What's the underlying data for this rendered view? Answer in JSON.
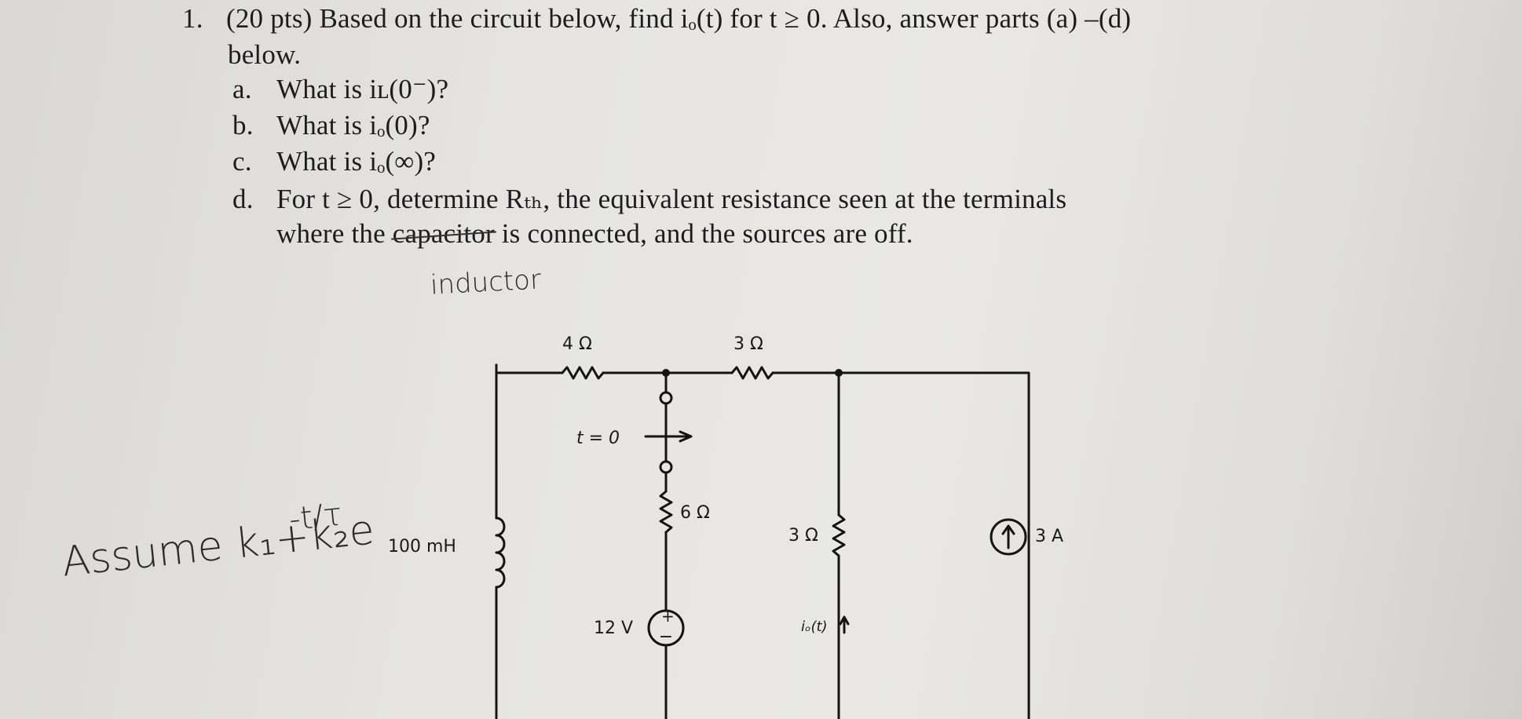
{
  "question": {
    "number": "1.",
    "line1": "(20 pts) Based on the circuit below, find iₒ(t) for t ≥ 0. Also, answer parts (a) –(d)",
    "line2": "below.",
    "parts": [
      {
        "label": "a.",
        "text": "What is iʟ(0⁻)?"
      },
      {
        "label": "b.",
        "text": "What is iₒ(0)?"
      },
      {
        "label": "c.",
        "text": "What is iₒ(∞)?"
      },
      {
        "label": "d.",
        "text": "For t ≥ 0, determine Rₜₕ, the equivalent resistance seen at the terminals"
      }
    ],
    "part_d_line2_before": "where the ",
    "part_d_struck": "capacitor",
    "part_d_line2_after": " is connected, and the sources are off."
  },
  "handwriting": {
    "correction": "inductor",
    "assumption": "Assume k₁+k₂e",
    "exponent": "-t/τ"
  },
  "circuit": {
    "r_top_left": "4 Ω",
    "r_top_right": "3 Ω",
    "switch_label": "t = 0",
    "r_middle": "6 Ω",
    "inductor": "100 mH",
    "r_right": "3 Ω",
    "voltage_source": "12 V",
    "source_sign": "+",
    "current_label": "iₒ(t)",
    "current_source": "3 A"
  }
}
